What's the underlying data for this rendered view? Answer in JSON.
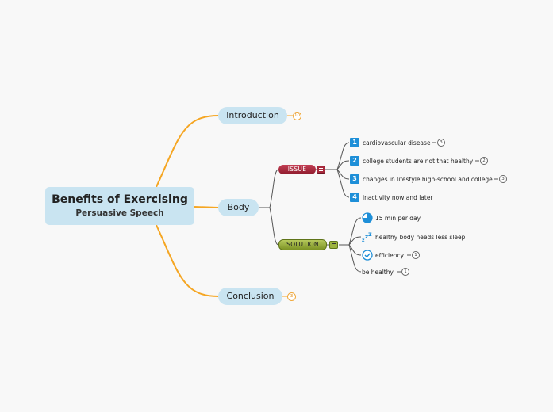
{
  "central": {
    "title": "Benefits of Exercising",
    "subtitle": "Persuasive Speech"
  },
  "topics": {
    "introduction": {
      "label": "Introduction",
      "count": "10"
    },
    "body": {
      "label": "Body"
    },
    "conclusion": {
      "label": "Conclusion",
      "count": "3"
    }
  },
  "issue": {
    "label": "ISSUE",
    "items": [
      {
        "num": "1",
        "text": "cardiovascular disease",
        "count": "3"
      },
      {
        "num": "2",
        "text": "college students are not that healthy",
        "count": "2"
      },
      {
        "num": "3",
        "text": "changes in lifestyle high-school and college",
        "count": "3"
      },
      {
        "num": "4",
        "text": "inactivity now and later"
      }
    ]
  },
  "solution": {
    "label": "SOLUTION",
    "items": [
      {
        "icon": "clock-quarter-icon",
        "text": "15 min per day"
      },
      {
        "icon": "sleep-zzz-icon",
        "text": "healthy body needs less sleep"
      },
      {
        "icon": "check-circle-icon",
        "text": "efficiency",
        "count": "1"
      },
      {
        "text": "be healthy",
        "count": "1"
      }
    ]
  },
  "colors": {
    "branch": "#f5a623",
    "central": "#c9e4f1",
    "issue": "#a82a3d",
    "solution": "#9db33f",
    "number": "#1e8fd8"
  }
}
